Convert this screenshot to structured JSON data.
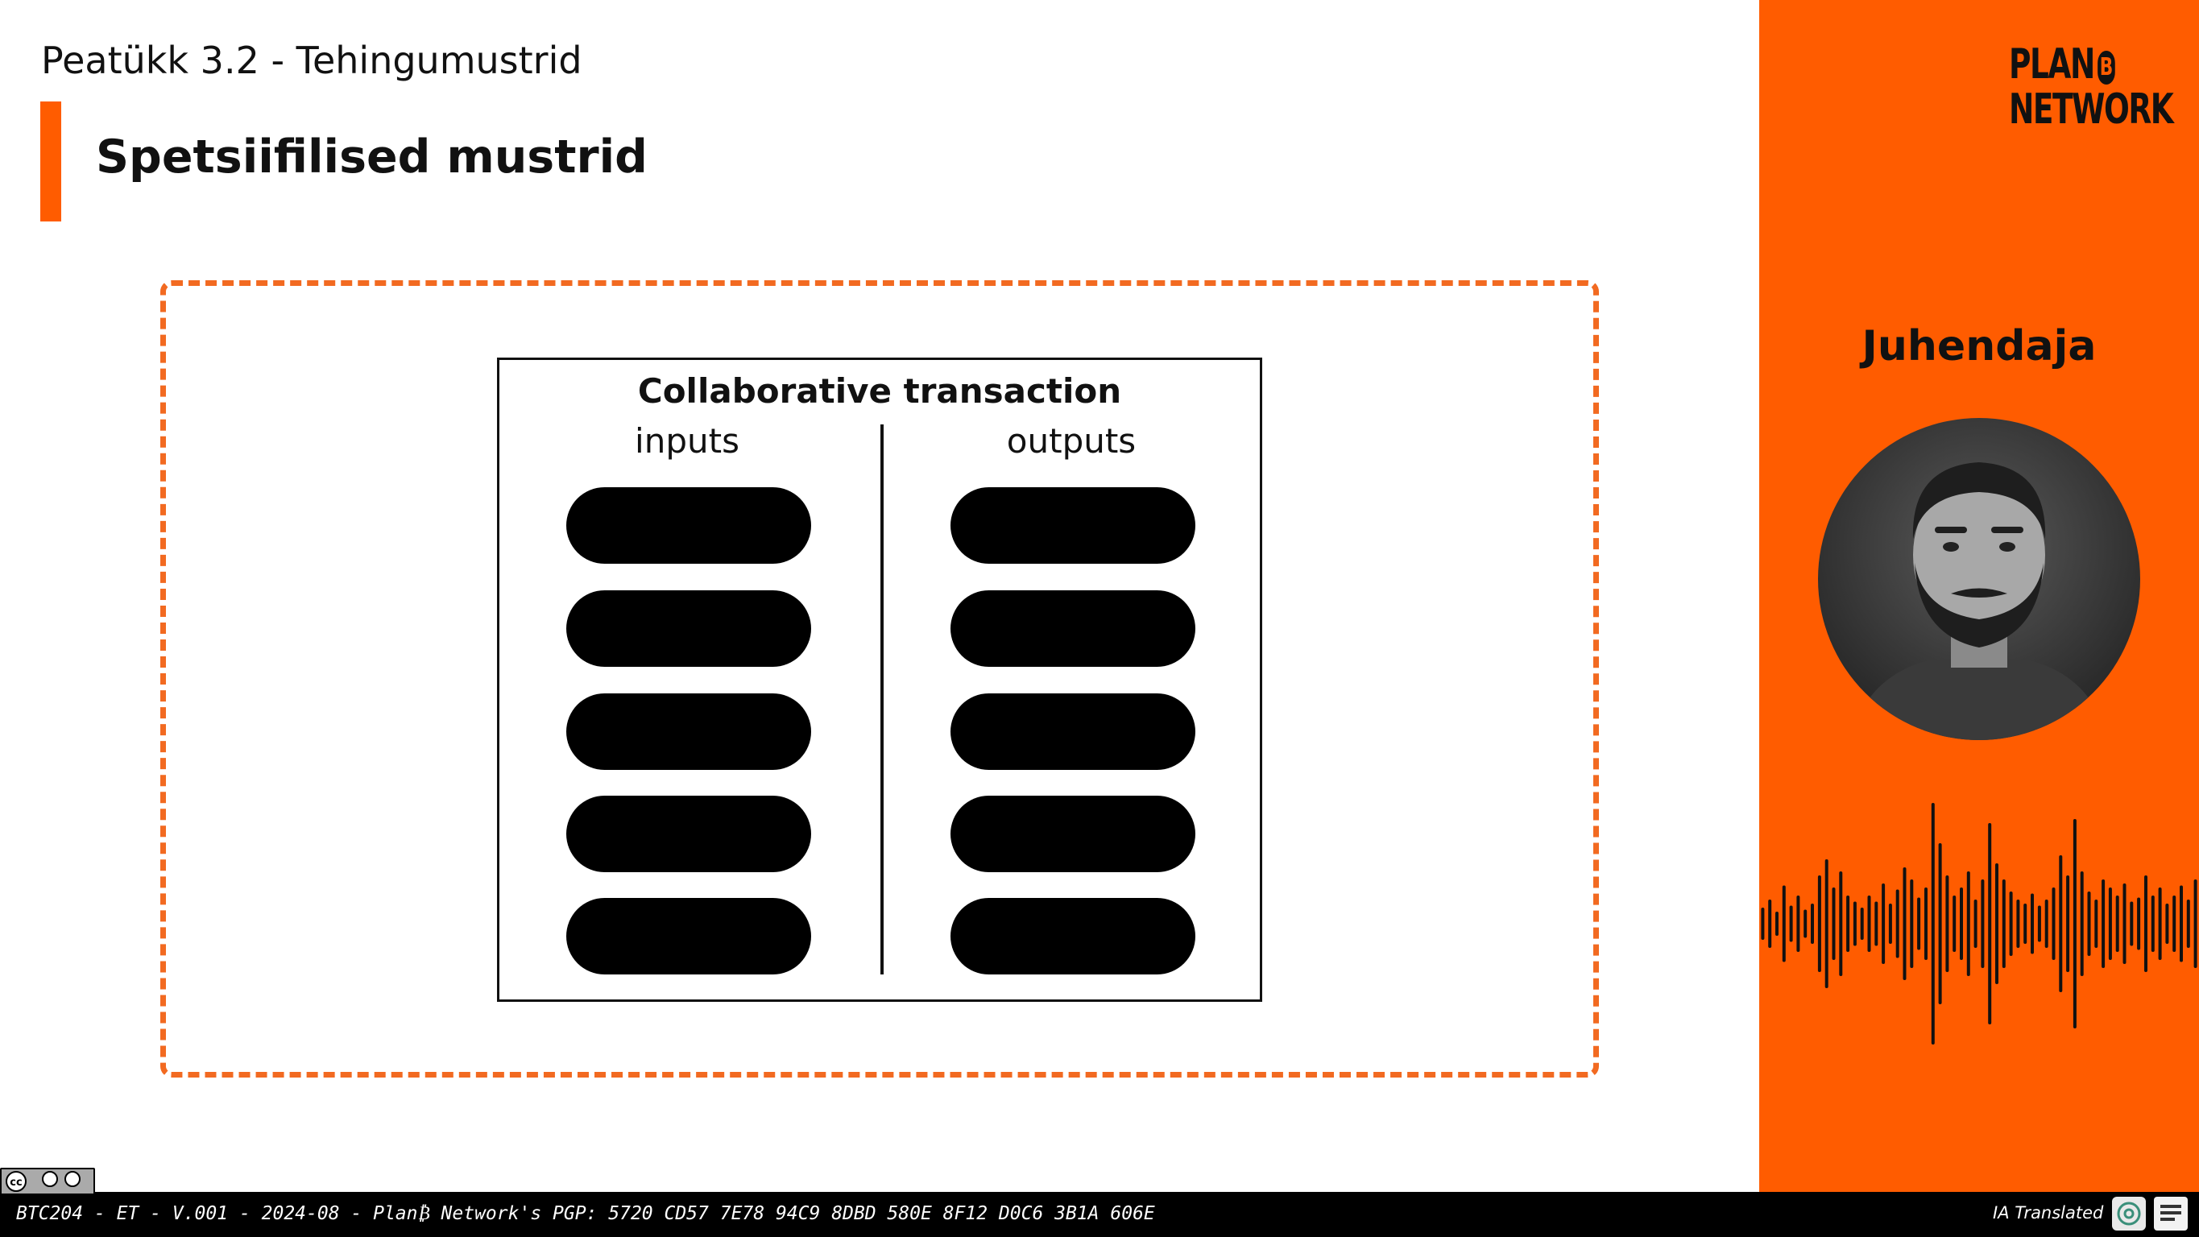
{
  "header": {
    "chapter": "Peatükk 3.2 - Tehingumustrid",
    "title": "Spetsiifilised mustrid"
  },
  "diagram": {
    "title": "Collaborative transaction",
    "inputs_label": "inputs",
    "outputs_label": "outputs",
    "input_count": 5,
    "output_count": 5
  },
  "side_panel": {
    "logo_line1": "PLAN",
    "logo_b": "B",
    "logo_line2": "NETWORK",
    "teacher_label": "Juhendaja",
    "avatar_icon": "teacher-portrait"
  },
  "footer": {
    "meta": "BTC204 - ET - V.001 - 2024-08 - Plan₿ Network's PGP: 5720 CD57 7E78 94C9 8DBD 580E 8F12 D0C6 3B1A 606E",
    "license_icon": "cc-by-sa-icon",
    "ia_label": "IA Translated"
  },
  "colors": {
    "accent": "#ff5c00",
    "dashed_frame": "#f26a21",
    "footer_bg": "#000000"
  }
}
